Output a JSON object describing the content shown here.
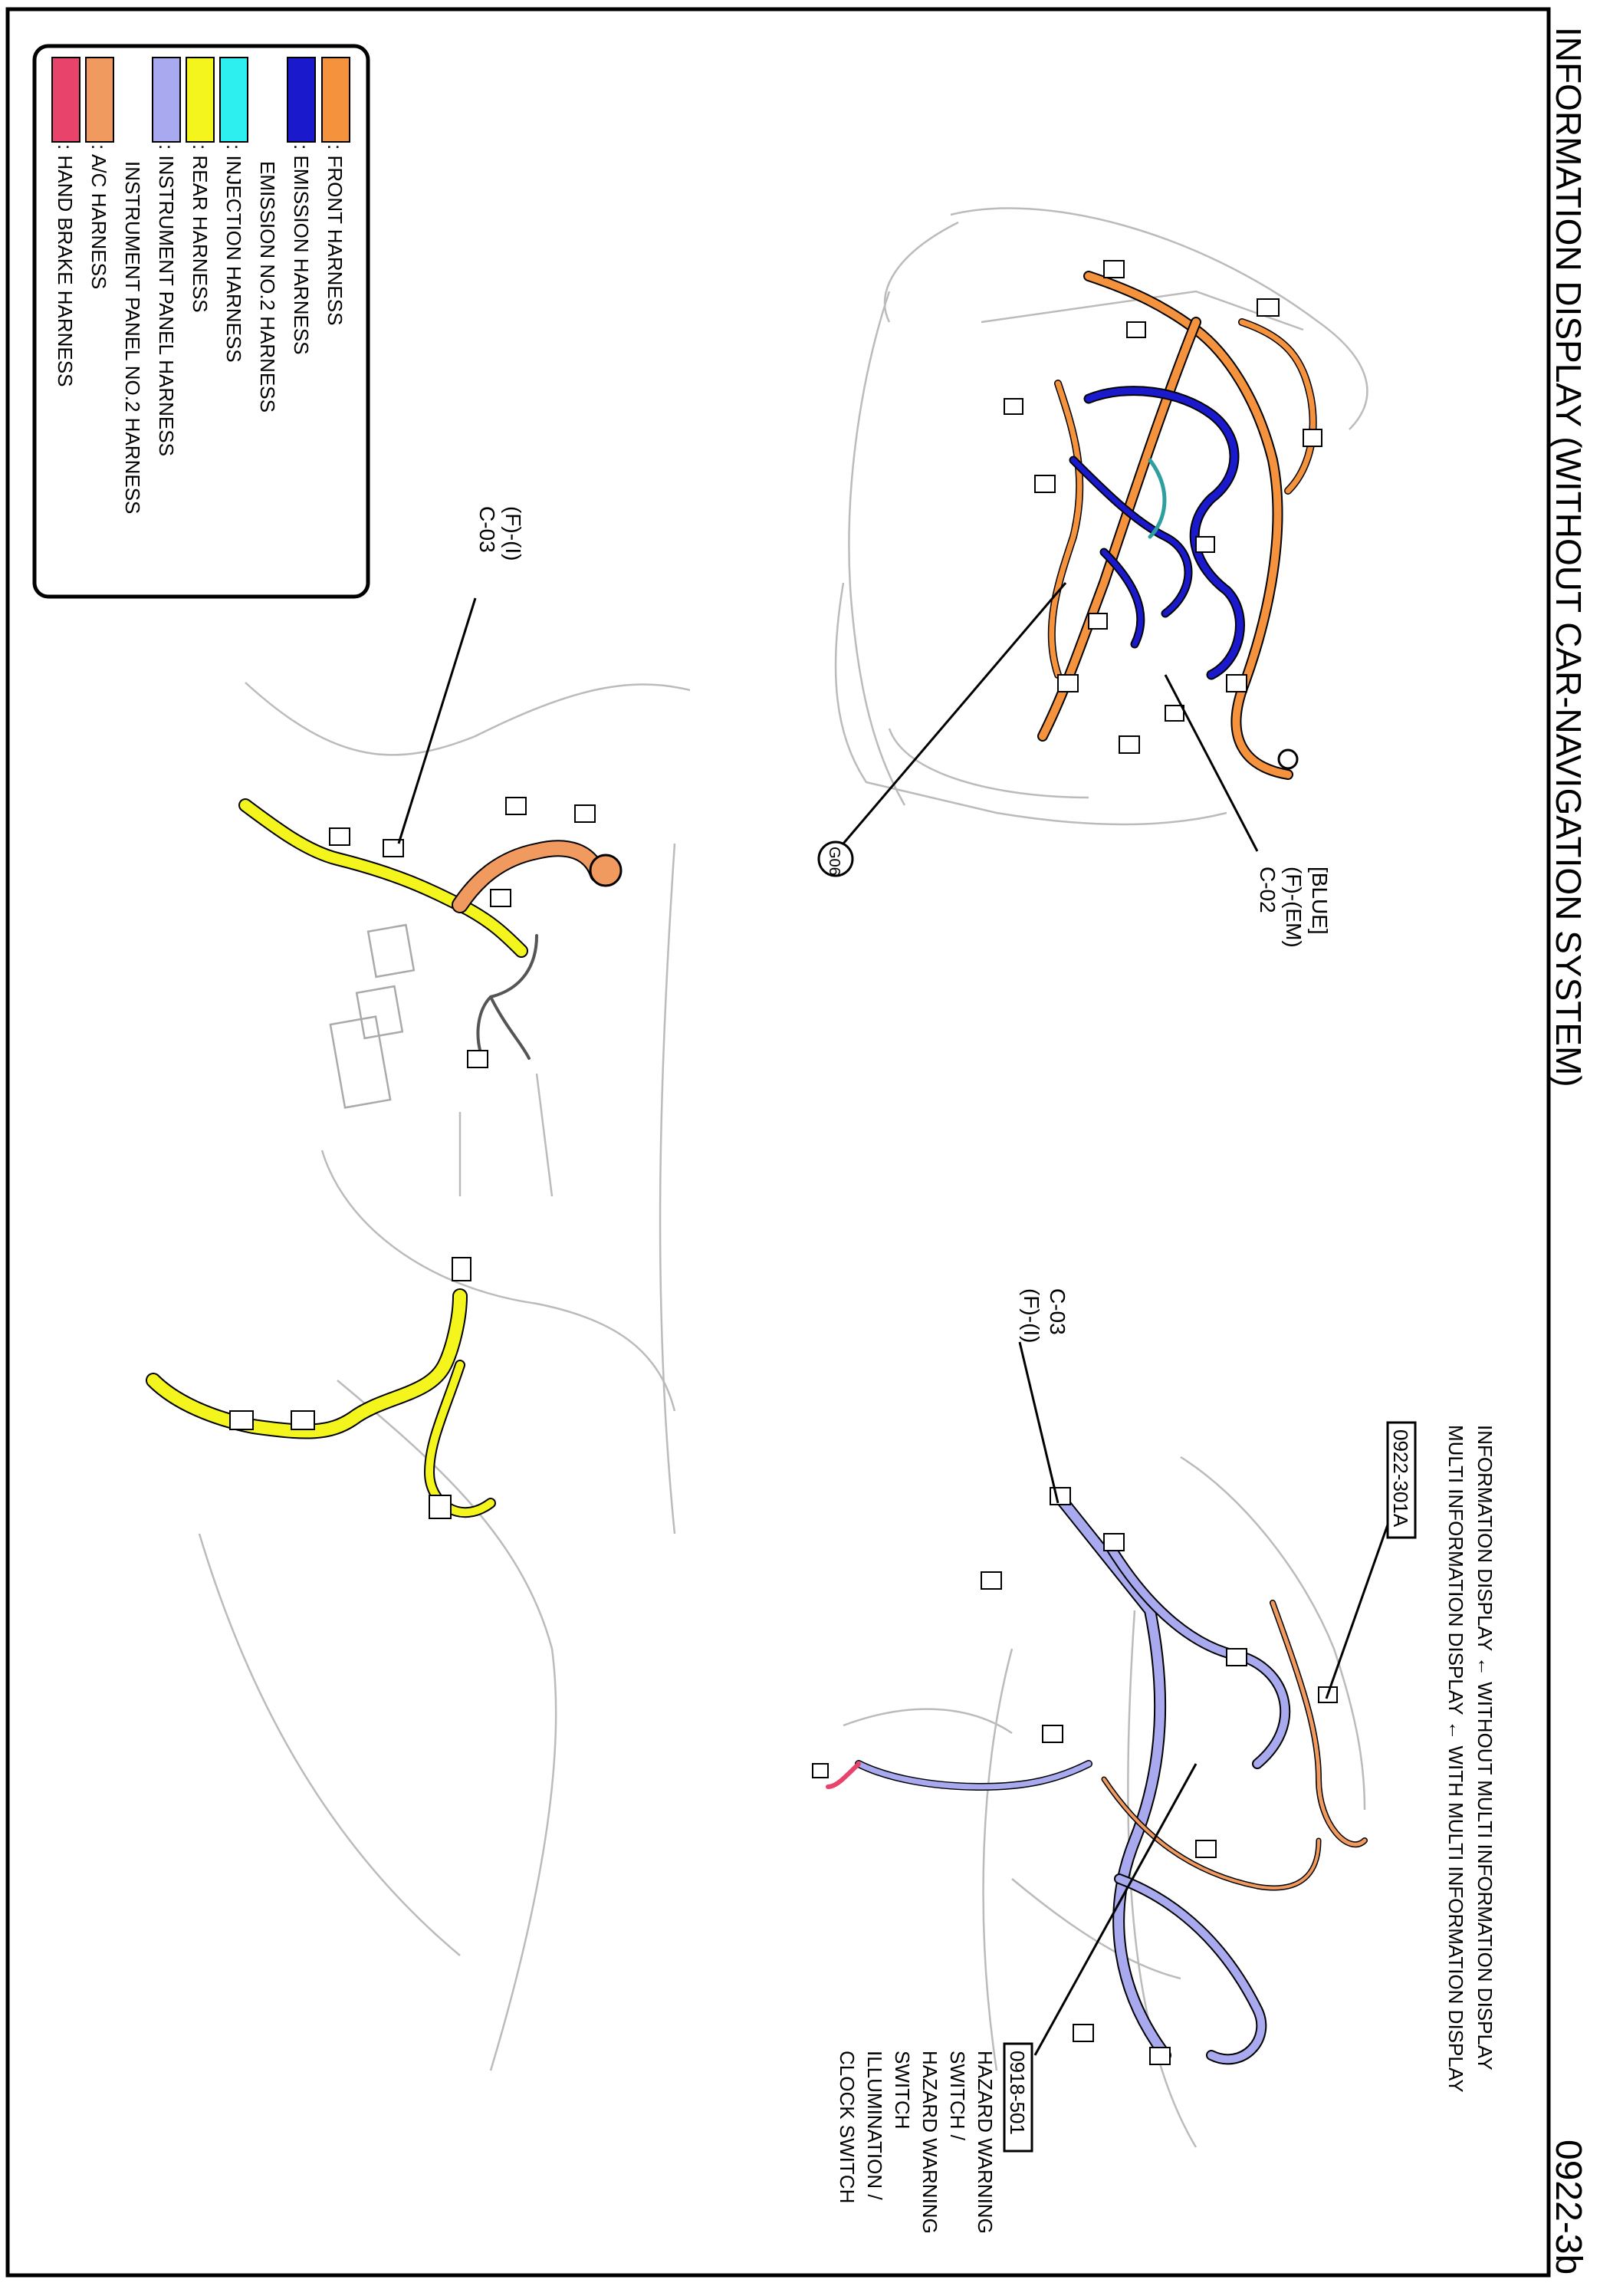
{
  "page": {
    "title": "INFORMATION DISPLAY (WITHOUT CAR-NAVIGATION SYSTEM)",
    "page_number": "0922-3b"
  },
  "legend": {
    "items": [
      {
        "label": ": FRONT HARNESS",
        "color": "#F5923E"
      },
      {
        "label": ": EMISSION HARNESS",
        "color": "#1A1ACC"
      },
      {
        "label": "EMISSION NO.2 HARNESS",
        "color": ""
      },
      {
        "label": ": INJECTION HARNESS",
        "color": "#2EEFEF"
      },
      {
        "label": ": REAR HARNESS",
        "color": "#F5F51E"
      },
      {
        "label": ": INSTRUMENT PANEL HARNESS",
        "color": "#A9A9F0"
      },
      {
        "label": "INSTRUMENT PANEL NO.2 HARNESS",
        "color": ""
      },
      {
        "label": ": A/C HARNESS",
        "color": "#F09A60"
      },
      {
        "label": ": HAND BRAKE HARNESS",
        "color": "#E8446B"
      }
    ]
  },
  "callouts": {
    "engine_c02": [
      "[BLUE]",
      "(F)-(EM)",
      "C-02"
    ],
    "engine_g06": "G06",
    "floor_c03": [
      "(F)-(I)",
      "C-03"
    ],
    "dash_c03": [
      "C-03",
      "(F)-(I)"
    ],
    "dash_code_1": "0922-301A",
    "dash_note_lines": [
      "INFORMATION DISPLAY ← WITHOUT MULTI INFORMATION DISPLAY",
      "MULTI INFORMATION DISPLAY ← WITH MULTI INFORMATION DISPLAY"
    ],
    "dash_code_2": "0918-501",
    "dash_switch_lines": [
      "HAZARD WARNING",
      "SWITCH /",
      "HAZARD WARNING",
      "SWITCH",
      "ILLUMINATION /",
      "CLOCK SWITCH"
    ]
  }
}
